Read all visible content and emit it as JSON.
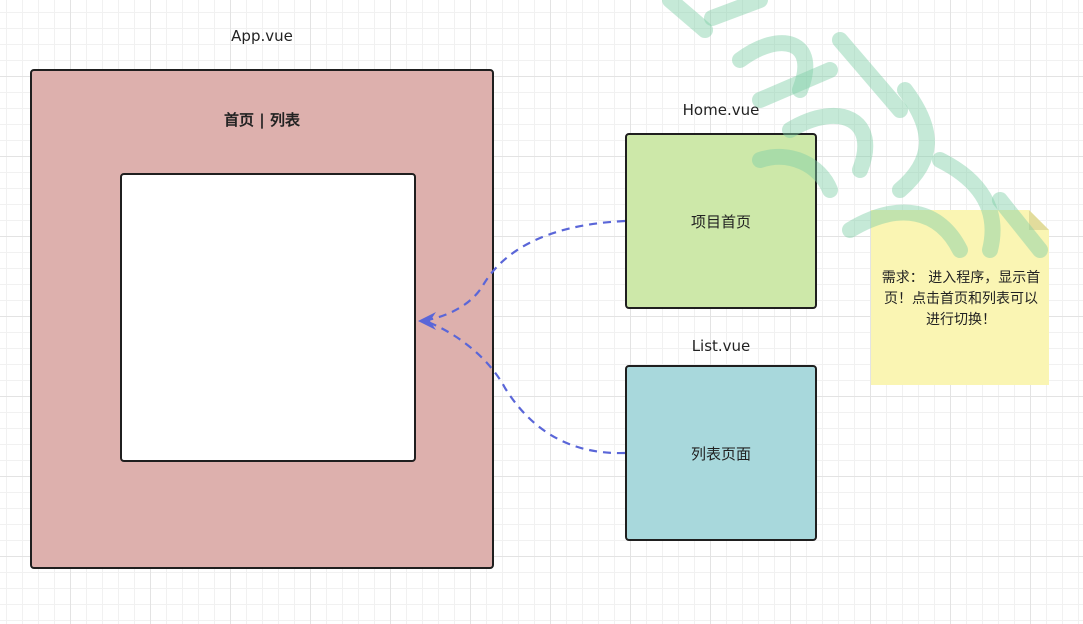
{
  "app": {
    "title": "App.vue",
    "nav_text": "首页 | 列表"
  },
  "home": {
    "title": "Home.vue",
    "content": "项目首页",
    "color": "#cde8a9"
  },
  "list": {
    "title": "List.vue",
    "content": "列表页面",
    "color": "#a8d8dc"
  },
  "note": {
    "text": "需求： 进入程序，显示首页！点击首页和列表可以进行切换！",
    "color": "#faf5b3"
  },
  "colors": {
    "app_box": "#ddb0ad",
    "arrow": "#5a66d8",
    "grid": "#e3e3e3"
  }
}
